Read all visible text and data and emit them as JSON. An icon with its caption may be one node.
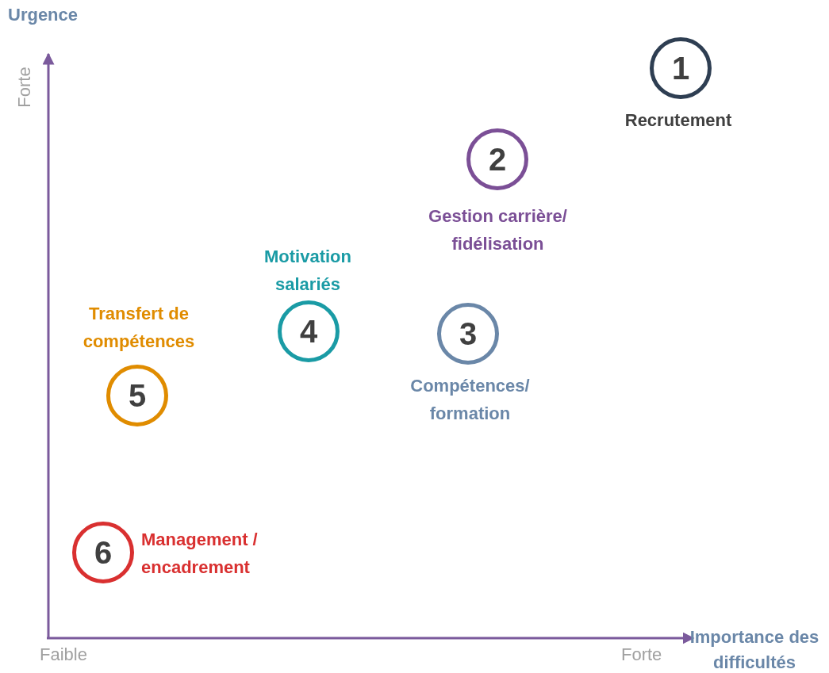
{
  "diagram": {
    "nodes": [
      {
        "text": [
          "1"
        ],
        "beside": [
          "Recrutement"
        ]
      },
      {
        "text": [
          "2"
        ],
        "beside": [
          "Gestion carrière/ fidélisation"
        ]
      },
      {
        "text": [
          "4"
        ],
        "beside": [
          "Motivation salariés"
        ]
      },
      {
        "text": [
          "3"
        ],
        "beside": [
          "Compétences/ formation"
        ]
      },
      {
        "text": [
          "5"
        ],
        "beside": [
          "Transfert de compétences"
        ]
      },
      {
        "text": [
          "6"
        ],
        "beside": [
          "Management / encadrement"
        ]
      }
    ],
    "labels": [
      "Urgence",
      "Forte",
      "Faible",
      "Forte",
      "Importance des difficultés"
    ]
  }
}
